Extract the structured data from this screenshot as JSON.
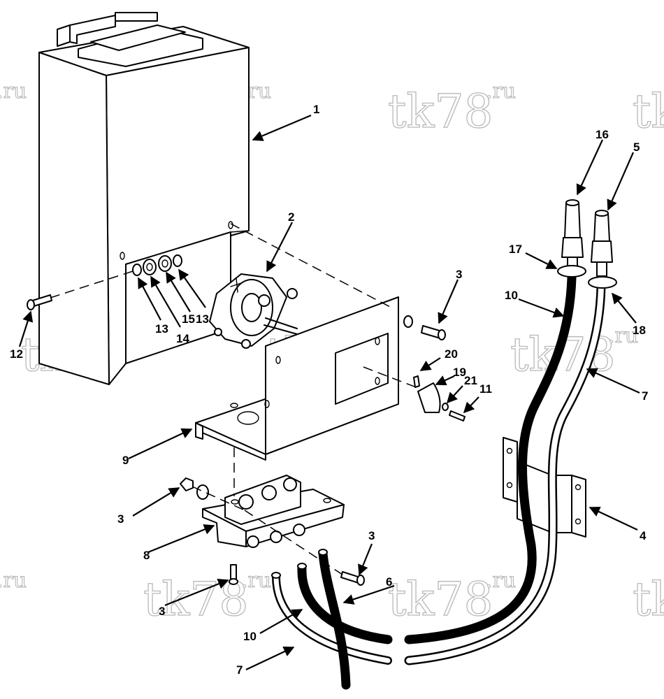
{
  "watermark": {
    "brand": "tk78",
    "suffix": ".ru"
  },
  "callouts": [
    "1",
    "2",
    "3",
    "3",
    "3",
    "3",
    "4",
    "5",
    "6",
    "7",
    "7",
    "8",
    "9",
    "10",
    "10",
    "11",
    "12",
    "13",
    "13",
    "14",
    "15",
    "16",
    "17",
    "18",
    "19",
    "20",
    "21"
  ]
}
